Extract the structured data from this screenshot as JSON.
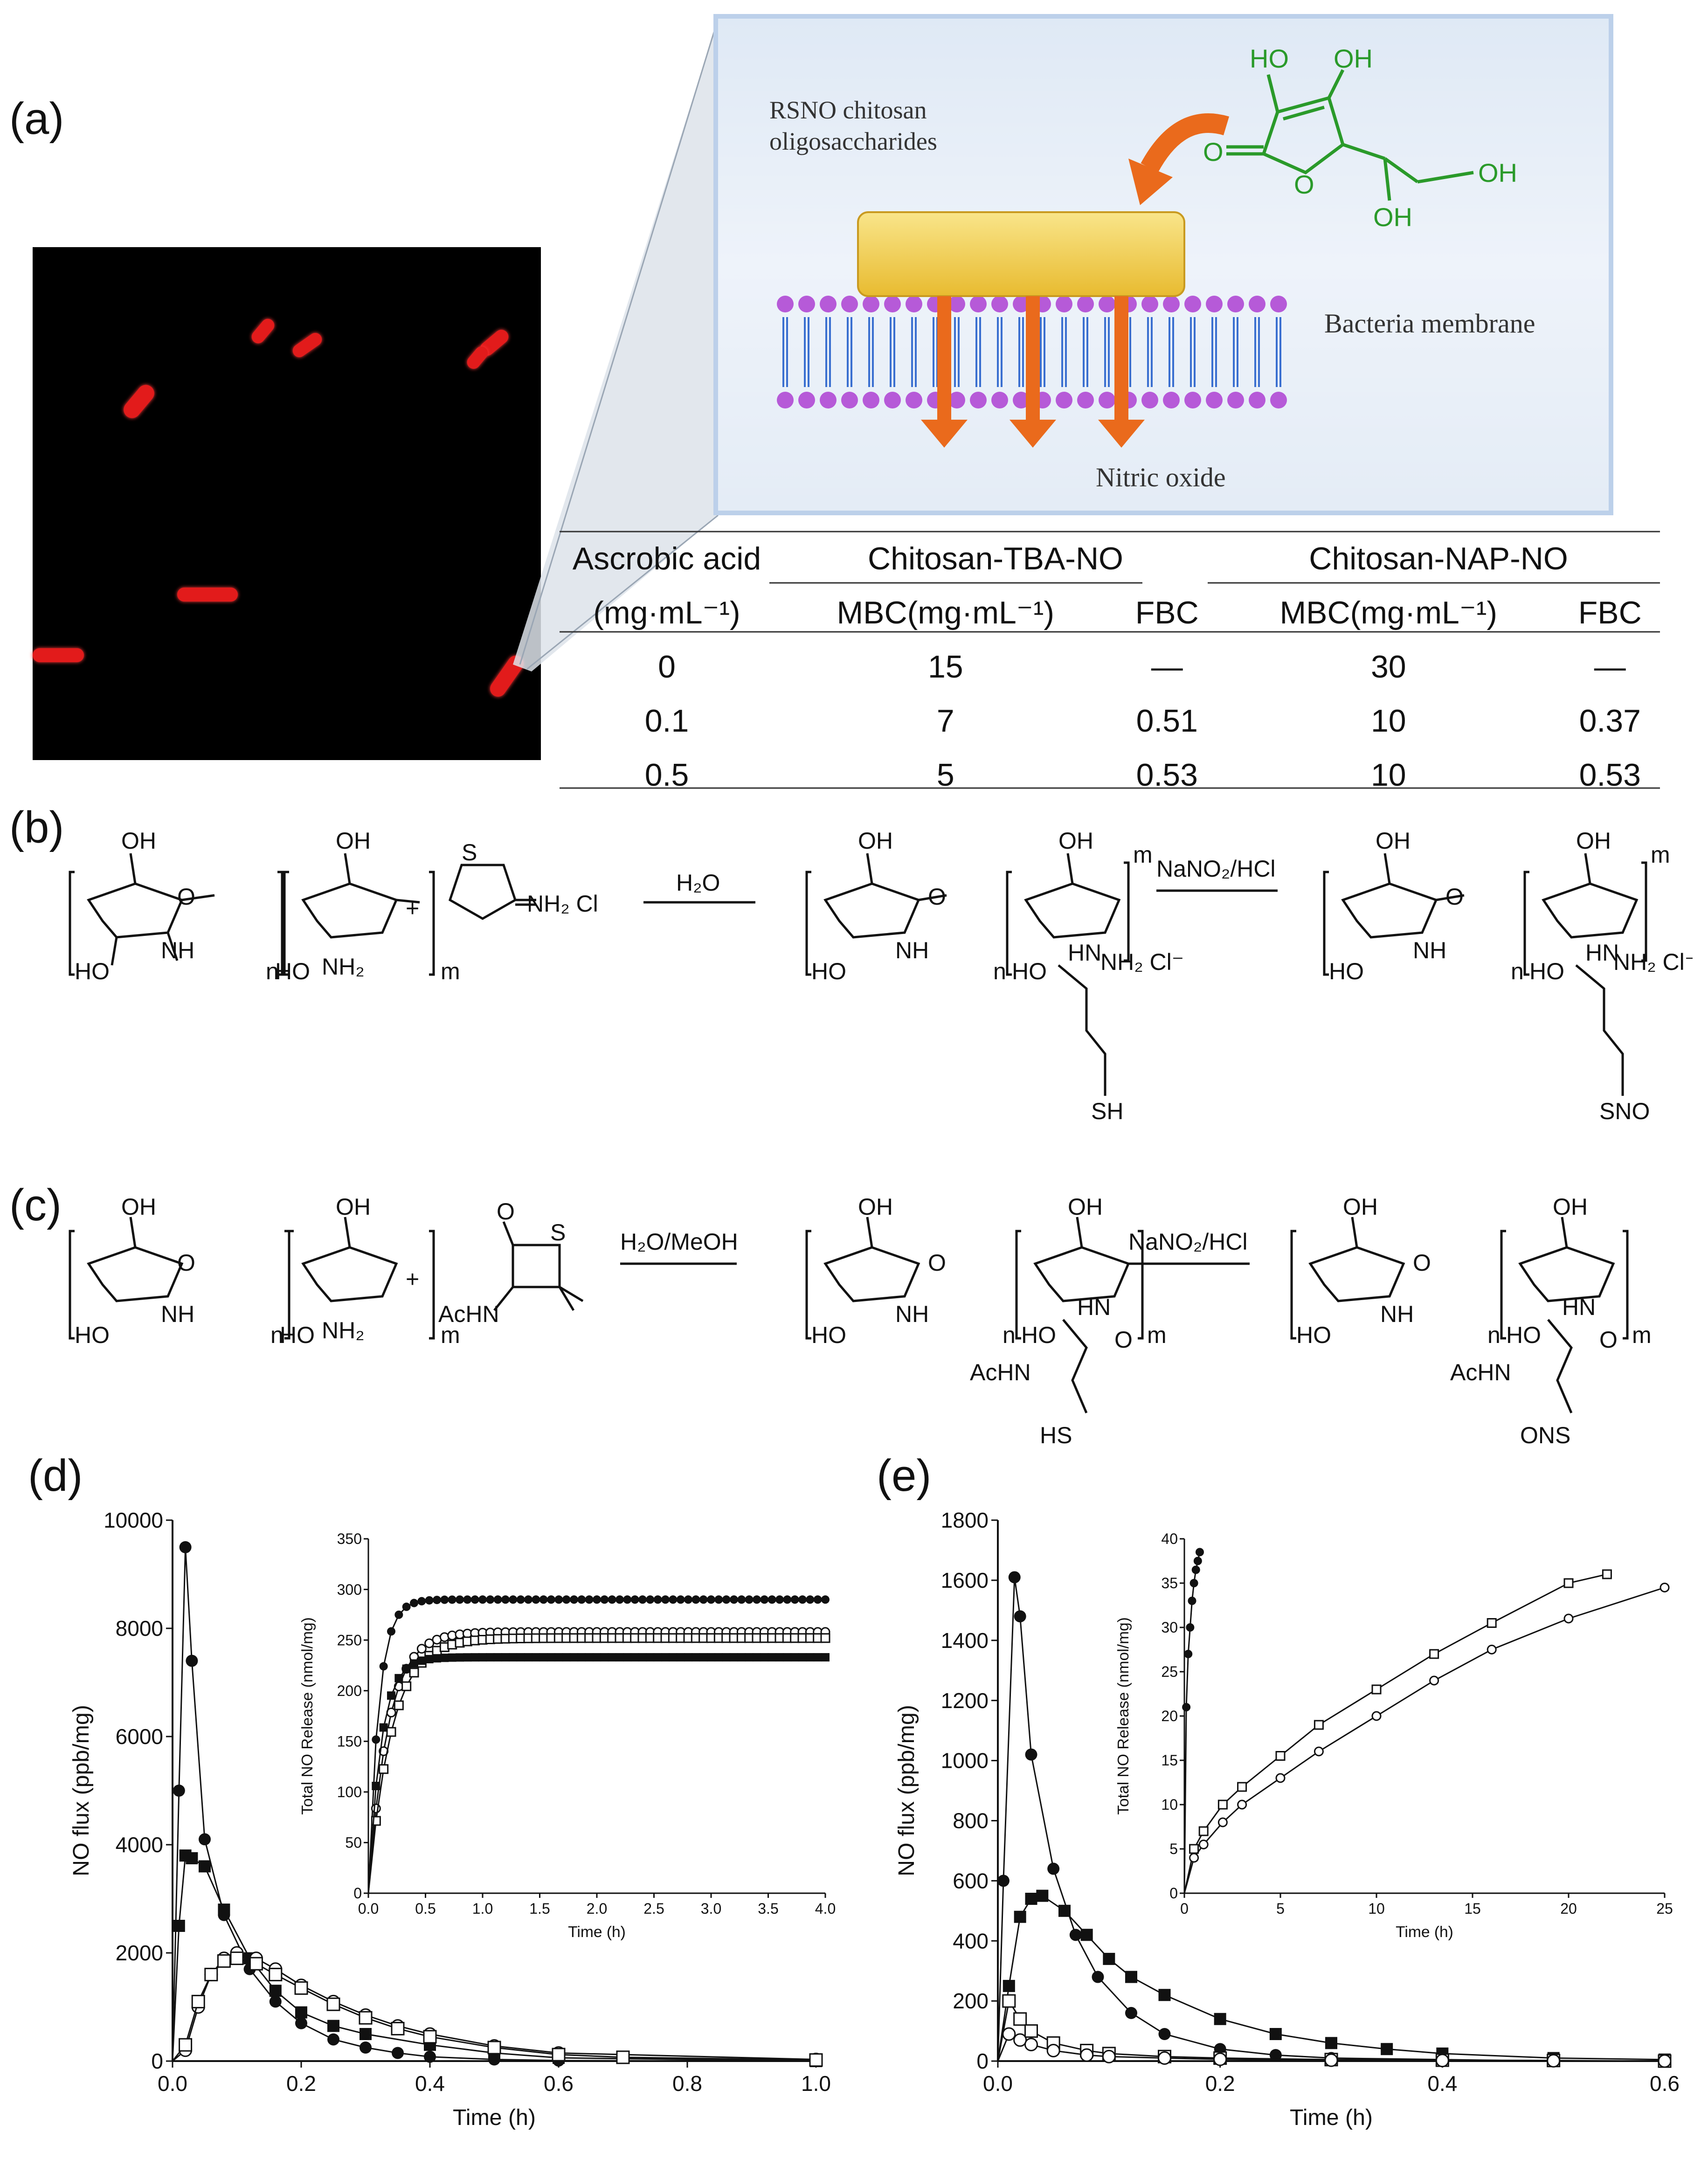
{
  "panels": {
    "a": "(a)",
    "b": "(b)",
    "c": "(c)",
    "d": "(d)",
    "e": "(e)"
  },
  "scheme": {
    "rsno_line1": "RSNO chitosan",
    "rsno_line2": "oligosaccharides",
    "membrane": "Bacteria membrane",
    "nitric_oxide": "Nitric oxide",
    "ho_top": "HO",
    "oh_top": "OH",
    "o_left": "O",
    "o_ring": "O",
    "oh_right": "OH",
    "oh_bottom": "OH"
  },
  "table": {
    "col0_line1": "Ascrobic acid",
    "col0_line2": "(mg·mL⁻¹)",
    "group1": "Chitosan-TBA-NO",
    "group2": "Chitosan-NAP-NO",
    "mbc1": "MBC(mg·mL⁻¹)",
    "fbc1": "FBC",
    "mbc2": "MBC(mg·mL⁻¹)",
    "fbc2": "FBC",
    "rows": [
      [
        "0",
        "15",
        "—",
        "30",
        "—"
      ],
      [
        "0.1",
        "7",
        "0.51",
        "10",
        "0.37"
      ],
      [
        "0.5",
        "5",
        "0.53",
        "10",
        "0.53"
      ]
    ]
  },
  "scheme_b": {
    "reagent1": "H₂O",
    "reagent2": "NaNO₂/HCl",
    "plus": "+",
    "oh": "OH",
    "ho": "HO",
    "o": "O",
    "nh": "NH",
    "nh2": "NH₂",
    "n": "n",
    "m": "m",
    "s": "S",
    "nh2cl": "NH₂ Cl",
    "nh2cl_minus": "NH₂ Cl⁻",
    "hn": "HN",
    "sh": "SH",
    "sno": "SNO"
  },
  "scheme_c": {
    "reagent1": "H₂O/MeOH",
    "reagent2": "NaNO₂/HCl",
    "plus": "+",
    "achn": "AcHN",
    "hs": "HS",
    "ons": "ONS",
    "s": "S",
    "o": "O"
  },
  "chart_data": [
    {
      "type": "line",
      "panel": "(d)",
      "xlabel": "Time (h)",
      "ylabel": "NO flux (ppb/mg)",
      "xlim": [
        0,
        1.0
      ],
      "ylim": [
        0,
        10000
      ],
      "xticks": [
        "0.0",
        "0.2",
        "0.4",
        "0.6",
        "0.8",
        "1.0"
      ],
      "yticks": [
        "0",
        "2000",
        "4000",
        "6000",
        "8000",
        "10000"
      ],
      "series": [
        {
          "marker": "filled-circle",
          "x": [
            0,
            0.01,
            0.02,
            0.03,
            0.05,
            0.08,
            0.12,
            0.16,
            0.2,
            0.25,
            0.3,
            0.35,
            0.4,
            0.5,
            0.6,
            1.0
          ],
          "y": [
            0,
            5000,
            9500,
            7400,
            4100,
            2700,
            1700,
            1100,
            700,
            400,
            250,
            150,
            80,
            30,
            10,
            0
          ]
        },
        {
          "marker": "filled-square",
          "x": [
            0,
            0.01,
            0.02,
            0.03,
            0.05,
            0.08,
            0.12,
            0.16,
            0.2,
            0.25,
            0.3,
            0.4,
            0.5,
            0.6,
            1.0
          ],
          "y": [
            0,
            2500,
            3800,
            3750,
            3600,
            2800,
            1900,
            1300,
            900,
            650,
            500,
            300,
            150,
            60,
            0
          ]
        },
        {
          "marker": "open-circle",
          "x": [
            0,
            0.02,
            0.04,
            0.06,
            0.08,
            0.1,
            0.13,
            0.16,
            0.2,
            0.25,
            0.3,
            0.35,
            0.4,
            0.5,
            0.6,
            1.0
          ],
          "y": [
            0,
            200,
            1000,
            1600,
            1900,
            2000,
            1900,
            1700,
            1400,
            1100,
            850,
            650,
            500,
            280,
            150,
            30
          ]
        },
        {
          "marker": "open-square",
          "x": [
            0,
            0.02,
            0.04,
            0.06,
            0.08,
            0.1,
            0.13,
            0.16,
            0.2,
            0.25,
            0.3,
            0.35,
            0.4,
            0.5,
            0.6,
            0.7,
            1.0
          ],
          "y": [
            0,
            300,
            1100,
            1600,
            1850,
            1900,
            1800,
            1600,
            1350,
            1050,
            800,
            600,
            450,
            250,
            120,
            70,
            20
          ]
        }
      ],
      "inset": {
        "xlabel": "Time (h)",
        "ylabel": "Total NO Release (nmol/mg)",
        "xlim": [
          0,
          4.0
        ],
        "ylim": [
          0,
          350
        ],
        "xticks": [
          "0.0",
          "0.5",
          "1.0",
          "1.5",
          "2.0",
          "2.5",
          "3.0",
          "3.5",
          "4.0"
        ],
        "yticks": [
          "0",
          "50",
          "100",
          "150",
          "200",
          "250",
          "300",
          "350"
        ],
        "series": [
          {
            "marker": "filled-circle",
            "plateau": 290,
            "tau": 0.09
          },
          {
            "marker": "open-circle",
            "plateau": 258,
            "tau": 0.17
          },
          {
            "marker": "open-square",
            "plateau": 252,
            "tau": 0.2
          },
          {
            "marker": "filled-square",
            "plateau": 233,
            "tau": 0.11
          }
        ]
      }
    },
    {
      "type": "line",
      "panel": "(e)",
      "xlabel": "Time (h)",
      "ylabel": "NO flux (ppb/mg)",
      "xlim": [
        0,
        0.6
      ],
      "ylim": [
        0,
        1800
      ],
      "xticks": [
        "0.0",
        "0.2",
        "0.4",
        "0.6"
      ],
      "yticks": [
        "0",
        "200",
        "400",
        "600",
        "800",
        "1000",
        "1200",
        "1400",
        "1600",
        "1800"
      ],
      "series": [
        {
          "marker": "filled-circle",
          "x": [
            0,
            0.005,
            0.015,
            0.02,
            0.03,
            0.05,
            0.07,
            0.09,
            0.12,
            0.15,
            0.2,
            0.25,
            0.3,
            0.4,
            0.5,
            0.6
          ],
          "y": [
            0,
            600,
            1610,
            1480,
            1020,
            640,
            420,
            280,
            160,
            90,
            40,
            20,
            10,
            5,
            0,
            0
          ]
        },
        {
          "marker": "filled-square",
          "x": [
            0,
            0.01,
            0.02,
            0.03,
            0.04,
            0.06,
            0.08,
            0.1,
            0.12,
            0.15,
            0.2,
            0.25,
            0.3,
            0.35,
            0.4,
            0.5,
            0.6
          ],
          "y": [
            0,
            250,
            480,
            540,
            550,
            500,
            420,
            340,
            280,
            220,
            140,
            90,
            60,
            40,
            25,
            10,
            5
          ]
        },
        {
          "marker": "open-square",
          "x": [
            0,
            0.01,
            0.02,
            0.03,
            0.05,
            0.08,
            0.1,
            0.15,
            0.2,
            0.3,
            0.4,
            0.5,
            0.6
          ],
          "y": [
            0,
            200,
            140,
            100,
            60,
            35,
            25,
            15,
            10,
            5,
            3,
            2,
            0
          ]
        },
        {
          "marker": "open-circle",
          "x": [
            0,
            0.01,
            0.02,
            0.03,
            0.05,
            0.08,
            0.1,
            0.15,
            0.2,
            0.3,
            0.4,
            0.5,
            0.6
          ],
          "y": [
            0,
            90,
            70,
            55,
            35,
            20,
            15,
            10,
            6,
            3,
            2,
            1,
            0
          ]
        }
      ],
      "inset": {
        "xlabel": "Time (h)",
        "ylabel": "Total NO Release (nmol/mg)",
        "xlim": [
          0,
          25
        ],
        "ylim": [
          0,
          40
        ],
        "xticks": [
          "0",
          "5",
          "10",
          "15",
          "20",
          "25"
        ],
        "yticks": [
          "0",
          "5",
          "10",
          "15",
          "20",
          "25",
          "30",
          "35",
          "40"
        ],
        "series": [
          {
            "marker": "filled-circle",
            "x": [
              0,
              0.1,
              0.2,
              0.3,
              0.4,
              0.5,
              0.6,
              0.7,
              0.8
            ],
            "y": [
              0,
              21,
              27,
              30,
              33,
              35,
              36.5,
              37.5,
              38.5
            ]
          },
          {
            "marker": "open-square",
            "x": [
              0,
              0.5,
              1,
              2,
              3,
              5,
              7,
              10,
              13,
              16,
              20,
              22
            ],
            "y": [
              0,
              5,
              7,
              10,
              12,
              15.5,
              19,
              23,
              27,
              30.5,
              35,
              36
            ]
          },
          {
            "marker": "open-circle",
            "x": [
              0,
              0.5,
              1,
              2,
              3,
              5,
              7,
              10,
              13,
              16,
              20,
              25
            ],
            "y": [
              0,
              4,
              5.5,
              8,
              10,
              13,
              16,
              20,
              24,
              27.5,
              31,
              34.5
            ]
          }
        ]
      }
    }
  ]
}
